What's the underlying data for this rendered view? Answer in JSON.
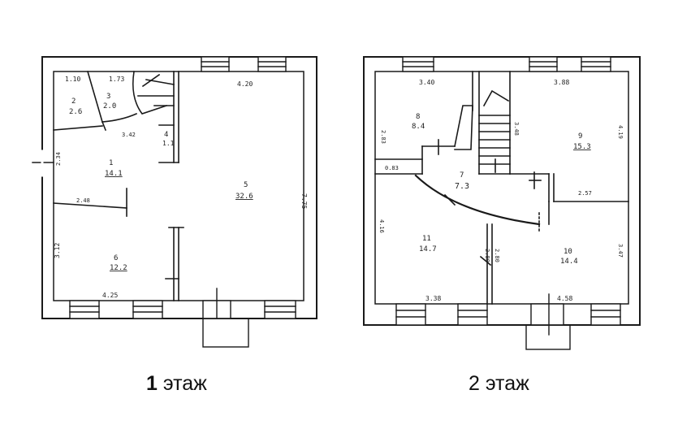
{
  "floor1": {
    "title_number": "1",
    "title_word": "этаж",
    "dims": [
      "1.10",
      "1.73",
      "4.20",
      "3.42",
      "2.34",
      "2.48",
      "7.75",
      "3.12",
      "4.25"
    ],
    "rooms": [
      {
        "num": "1",
        "area": "14.1"
      },
      {
        "num": "2",
        "area": "2.6"
      },
      {
        "num": "3",
        "area": "2.0"
      },
      {
        "num": "4",
        "area": "1.1"
      },
      {
        "num": "5",
        "area": "32.6"
      },
      {
        "num": "6",
        "area": "12.2"
      }
    ]
  },
  "floor2": {
    "title": "2 этаж",
    "dims": [
      "3.40",
      "3.88",
      "2.83",
      "3.48",
      "4.19",
      "0.83",
      "2.57",
      "4.16",
      "3.38",
      "2.80",
      "2.80",
      "3.47",
      "4.58"
    ],
    "rooms": [
      {
        "num": "7",
        "area": "7.3"
      },
      {
        "num": "8",
        "area": "8.4"
      },
      {
        "num": "9",
        "area": "15.3"
      },
      {
        "num": "10",
        "area": "14.4"
      },
      {
        "num": "11",
        "area": "14.7"
      }
    ]
  }
}
